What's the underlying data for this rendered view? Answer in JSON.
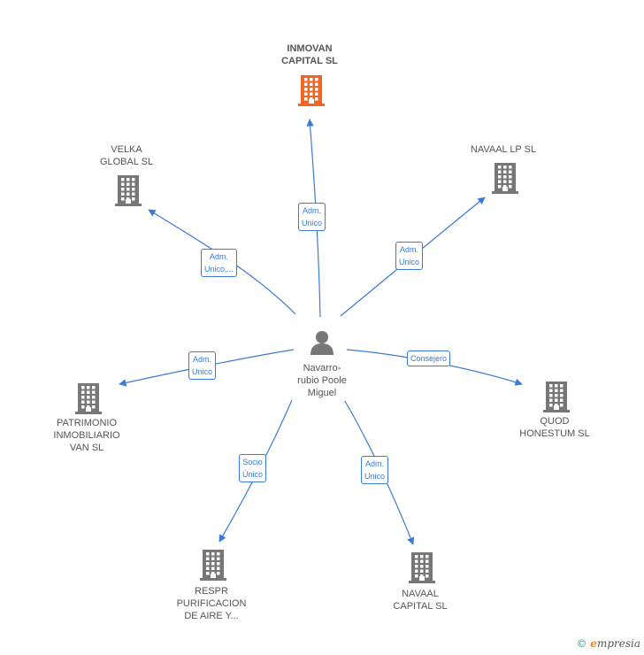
{
  "center": {
    "name": "Navarro-\nrubio Poole\nMiguel"
  },
  "nodes": [
    {
      "id": "inmovan",
      "label": "INMOVAN\nCAPITAL  SL",
      "highlight": true
    },
    {
      "id": "velka",
      "label": "VELKA\nGLOBAL  SL",
      "highlight": false
    },
    {
      "id": "navaal_lp",
      "label": "NAVAAL LP  SL",
      "highlight": false
    },
    {
      "id": "patrimonio",
      "label": "PATRIMONIO\nINMOBILIARIO\nVAN  SL",
      "highlight": false
    },
    {
      "id": "quod",
      "label": "QUOD\nHONESTUM SL",
      "highlight": false
    },
    {
      "id": "respr",
      "label": "RESPR\nPURIFICACION\nDE AIRE Y...",
      "highlight": false
    },
    {
      "id": "navaal_capital",
      "label": "NAVAAL\nCAPITAL  SL",
      "highlight": false
    }
  ],
  "edges": [
    {
      "to": "inmovan",
      "label": "Adm.\nUnico"
    },
    {
      "to": "velka",
      "label": "Adm.\nUnico,..."
    },
    {
      "to": "navaal_lp",
      "label": "Adm.\nUnico"
    },
    {
      "to": "patrimonio",
      "label": "Adm.\nUnico"
    },
    {
      "to": "quod",
      "label": "Consejero"
    },
    {
      "to": "respr",
      "label": "Socio\nÚnico"
    },
    {
      "to": "navaal_capital",
      "label": "Adm.\nUnico"
    }
  ],
  "colors": {
    "edge": "#3a7bd5",
    "building": "#777777",
    "highlight": "#f26522"
  },
  "footer": {
    "copyright": "©",
    "brand_e": "e",
    "brand_rest": "mpresia"
  }
}
